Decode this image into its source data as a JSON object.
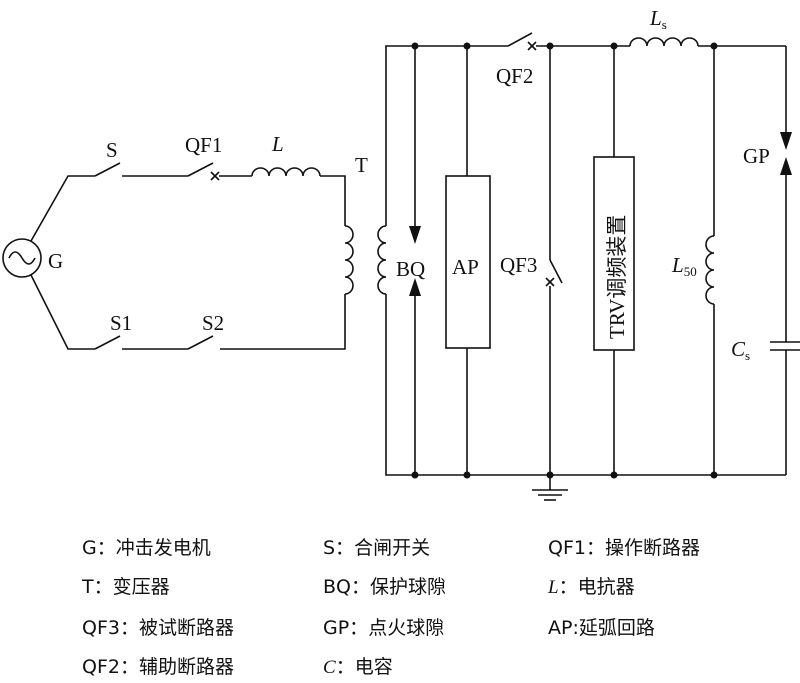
{
  "labels": {
    "G": "G",
    "S": "S",
    "QF1": "QF1",
    "L": "L",
    "T": "T",
    "S1": "S1",
    "S2": "S2",
    "BQ": "BQ",
    "AP": "AP",
    "QF2": "QF2",
    "QF3": "QF3",
    "TRV": "TRV调频装置",
    "Ls_main": "L",
    "Ls_sub": "s",
    "GP": "GP",
    "L50_main": "L",
    "L50_sub": "50",
    "Cs_main": "C",
    "Cs_sub": "s"
  },
  "legend": [
    {
      "key": "G：",
      "desc": "冲击发电机"
    },
    {
      "key": "S：",
      "desc": "合闸开关"
    },
    {
      "key": "QF1：",
      "desc": "操作断路器"
    },
    {
      "key": "T：",
      "desc": "变压器"
    },
    {
      "key": "BQ：",
      "desc": "保护球隙"
    },
    {
      "key": "L",
      "desc": "：电抗器"
    },
    {
      "key": "QF3：",
      "desc": "被试断路器"
    },
    {
      "key": "GP：",
      "desc": "点火球隙"
    },
    {
      "key": "AP:",
      "desc": "延弧回路"
    },
    {
      "key": "QF2：",
      "desc": "辅助断路器"
    },
    {
      "key": "C",
      "desc": "：电容"
    }
  ]
}
